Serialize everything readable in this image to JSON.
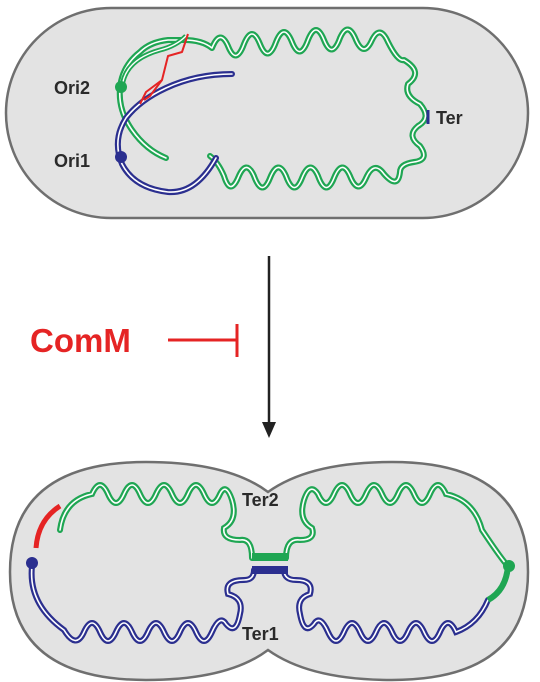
{
  "labels": {
    "ori2": "Ori2",
    "ori1": "Ori1",
    "ter": "Ter",
    "comm": "ComM",
    "ter2": "Ter2",
    "ter1": "Ter1"
  },
  "colors": {
    "cell_fill": "#e3e3e3",
    "cell_outline": "#6f6f6f",
    "chromosome_green": "#1fa653",
    "chromosome_blue": "#2b2f8f",
    "comm_red": "#e52424",
    "arrow": "#222222"
  }
}
